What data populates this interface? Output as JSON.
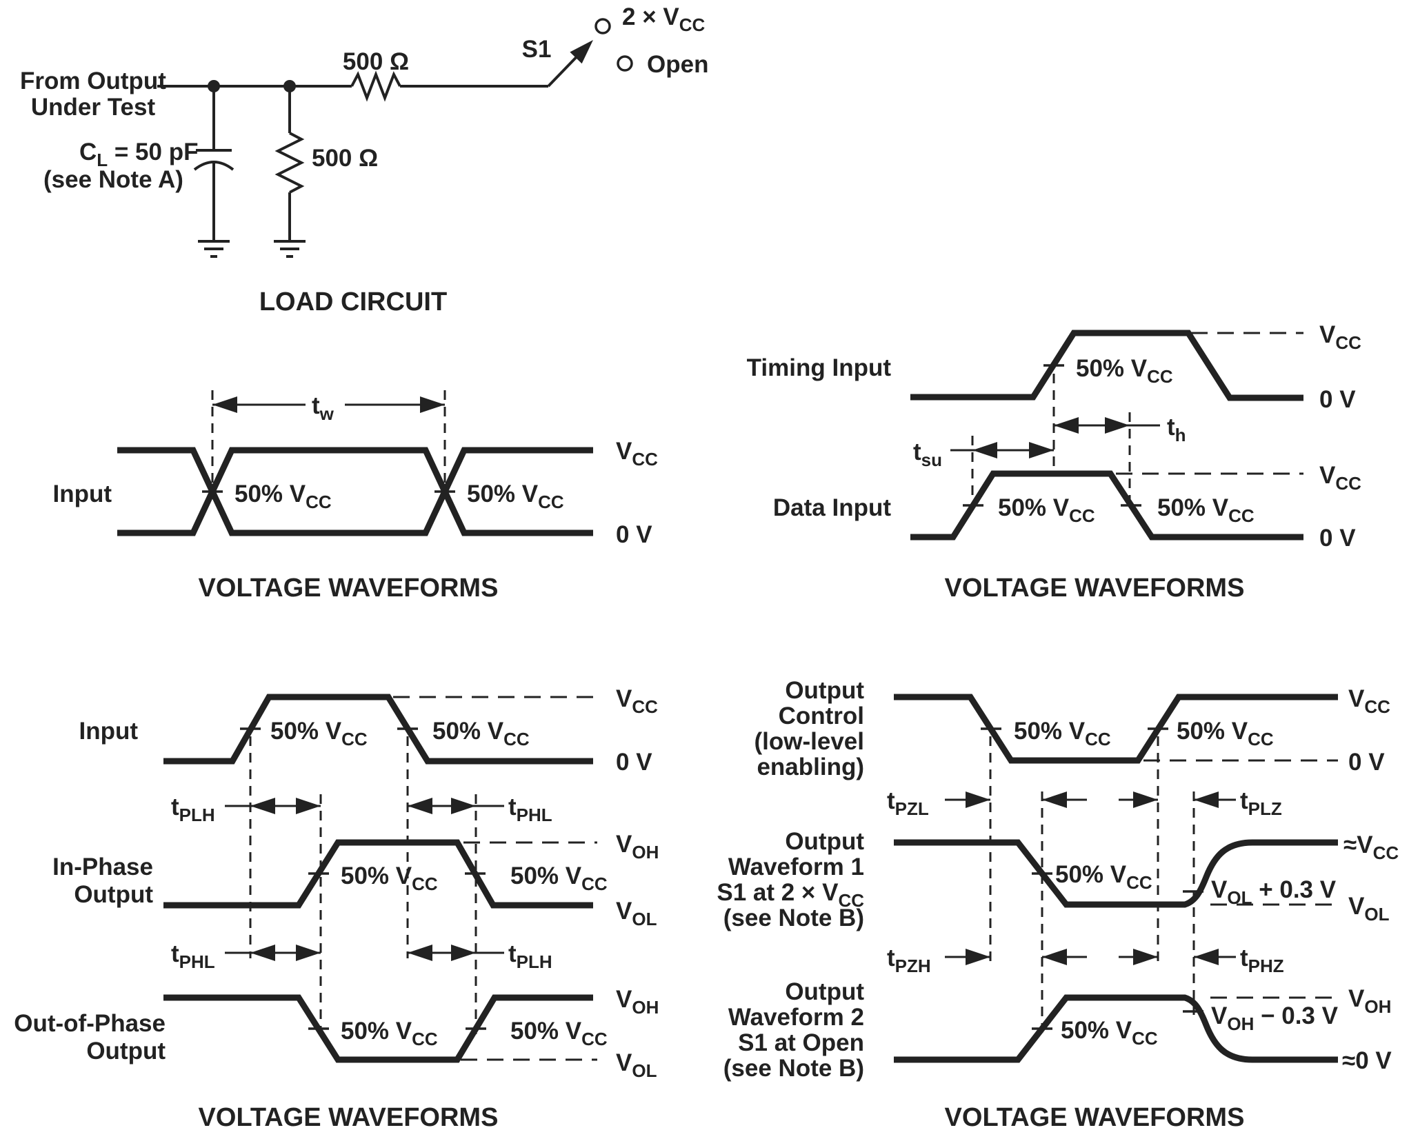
{
  "load_circuit": {
    "source_line1": "From Output",
    "source_line2": "Under Test",
    "cap_label": {
      "base": "C",
      "sub": "L",
      "rest": " = 50 pF"
    },
    "cap_note": "(see Note A)",
    "series_resistor": "500 Ω",
    "shunt_resistor": "500 Ω",
    "switch_label": "S1",
    "switch_pos_top": {
      "base": "2 × V",
      "sub": "CC"
    },
    "switch_pos_bottom": "Open",
    "caption": "LOAD CIRCUIT"
  },
  "pulse_width": {
    "signal_label": "Input",
    "tw": {
      "base": "t",
      "sub": "w"
    },
    "pct_left": {
      "base": "50% V",
      "sub": "CC"
    },
    "pct_right": {
      "base": "50% V",
      "sub": "CC"
    },
    "level_high": {
      "base": "V",
      "sub": "CC"
    },
    "level_low": "0 V",
    "caption": "VOLTAGE WAVEFORMS"
  },
  "setup_hold": {
    "timing_label": "Timing Input",
    "data_label": "Data Input",
    "tsu": {
      "base": "t",
      "sub": "su"
    },
    "th": {
      "base": "t",
      "sub": "h"
    },
    "pct_timing": {
      "base": "50% V",
      "sub": "CC"
    },
    "pct_data_left": {
      "base": "50% V",
      "sub": "CC"
    },
    "pct_data_right": {
      "base": "50% V",
      "sub": "CC"
    },
    "timing_high": {
      "base": "V",
      "sub": "CC"
    },
    "timing_low": "0 V",
    "data_high": {
      "base": "V",
      "sub": "CC"
    },
    "data_low": "0 V",
    "caption": "VOLTAGE WAVEFORMS"
  },
  "prop_delay": {
    "input_label": "Input",
    "inphase_label1": "In-Phase",
    "inphase_label2": "Output",
    "outphase_label1": "Out-of-Phase",
    "outphase_label2": "Output",
    "tplh_top": {
      "base": "t",
      "sub": "PLH"
    },
    "tphl_top": {
      "base": "t",
      "sub": "PHL"
    },
    "tphl_bottom": {
      "base": "t",
      "sub": "PHL"
    },
    "tplh_bottom": {
      "base": "t",
      "sub": "PLH"
    },
    "pct_input_left": {
      "base": "50% V",
      "sub": "CC"
    },
    "pct_input_right": {
      "base": "50% V",
      "sub": "CC"
    },
    "pct_inphase_left": {
      "base": "50% V",
      "sub": "CC"
    },
    "pct_inphase_right": {
      "base": "50% V",
      "sub": "CC"
    },
    "pct_outphase_left": {
      "base": "50% V",
      "sub": "CC"
    },
    "pct_outphase_right": {
      "base": "50% V",
      "sub": "CC"
    },
    "input_high": {
      "base": "V",
      "sub": "CC"
    },
    "input_low": "0 V",
    "inphase_high": {
      "base": "V",
      "sub": "OH"
    },
    "inphase_low": {
      "base": "V",
      "sub": "OL"
    },
    "outphase_high": {
      "base": "V",
      "sub": "OH"
    },
    "outphase_low": {
      "base": "V",
      "sub": "OL"
    },
    "caption": "VOLTAGE WAVEFORMS"
  },
  "enable_disable": {
    "control_label": [
      "Output",
      "Control",
      "(low-level",
      "enabling)"
    ],
    "w1_label_line1": "Output",
    "w1_label_line2": "Waveform 1",
    "w1_label_line3": {
      "base": "S1 at 2 × V",
      "sub": "CC"
    },
    "w1_label_line4": "(see Note B)",
    "w2_label": [
      "Output",
      "Waveform 2",
      "S1 at Open",
      "(see Note B)"
    ],
    "tpzl": {
      "base": "t",
      "sub": "PZL"
    },
    "tplz": {
      "base": "t",
      "sub": "PLZ"
    },
    "tpzh": {
      "base": "t",
      "sub": "PZH"
    },
    "tphz": {
      "base": "t",
      "sub": "PHZ"
    },
    "pct_ctrl_left": {
      "base": "50% V",
      "sub": "CC"
    },
    "pct_ctrl_right": {
      "base": "50% V",
      "sub": "CC"
    },
    "pct_w1": {
      "base": "50% V",
      "sub": "CC"
    },
    "pct_w2": {
      "base": "50% V",
      "sub": "CC"
    },
    "ctrl_high": {
      "base": "V",
      "sub": "CC"
    },
    "ctrl_low": "0 V",
    "w1_end_level": {
      "base": "≈V",
      "sub": "CC"
    },
    "w1_threshold": {
      "base": "V",
      "sub": "OL",
      "rest": " + 0.3 V"
    },
    "w1_low": {
      "base": "V",
      "sub": "OL"
    },
    "w2_high": {
      "base": "V",
      "sub": "OH"
    },
    "w2_threshold": {
      "base": "V",
      "sub": "OH",
      "rest": " − 0.3 V"
    },
    "w2_end_level": "≈0 V",
    "caption": "VOLTAGE WAVEFORMS"
  }
}
